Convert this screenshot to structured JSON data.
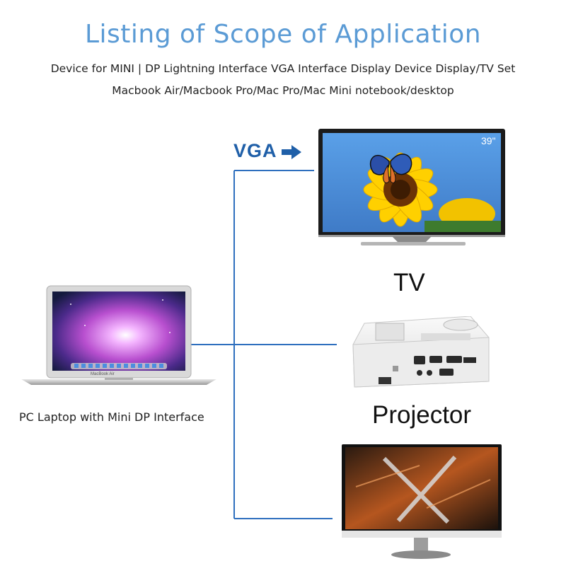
{
  "heading": {
    "title": "Listing of Scope of Application",
    "line1": "Device for MINI | DP Lightning Interface VGA Interface Display Device Display/TV Set",
    "line2": "Macbook Air/Macbook Pro/Mac Pro/Mac Mini notebook/desktop"
  },
  "connector": {
    "label": "VGA",
    "color": "#1f5fa8",
    "line_color": "#2e6fbe"
  },
  "devices": {
    "tv_label": "TV",
    "tv_size": "39\"",
    "projector_label": "Projector",
    "laptop_label": "PC Laptop with Mini DP Interface",
    "laptop_brand": "MacBook Air"
  },
  "colors": {
    "title": "#5b9bd5"
  },
  "icons": [
    "tv-icon",
    "laptop-icon",
    "projector-icon",
    "monitor-icon",
    "arrow-right-icon"
  ]
}
